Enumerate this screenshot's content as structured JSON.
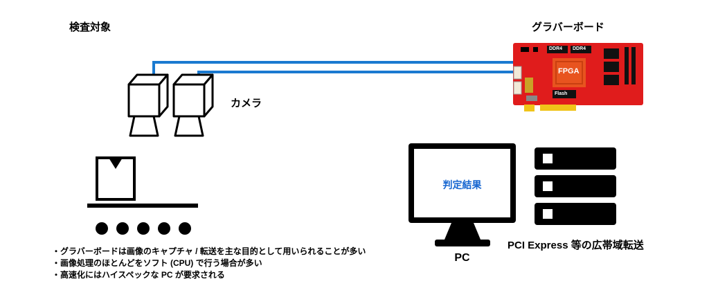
{
  "labels": {
    "inspection_target": "検査対象",
    "grabber_board": "グラバーボード",
    "camera": "カメラ",
    "pc": "PC",
    "judgement_result": "判定結果",
    "pci_express": "PCI Express 等の広帯域転送"
  },
  "board": {
    "fpga": "FPGA",
    "ddr4_left": "DDR4",
    "ddr4_right": "DDR4",
    "flash": "Flash"
  },
  "notes": {
    "0": "・グラバーボードは画像のキャプチャ / 転送を主な目的として用いられることが多い",
    "1": "・画像処理のほとんどをソフト (CPU) で行う場合が多い",
    "2": "・高速化にはハイスペックな PC が要求される"
  },
  "colors": {
    "cable_blue": "#1a7ad0",
    "board_red": "#e01c1c",
    "fpga_orange": "#e8541f",
    "gold": "#f0c419",
    "result_blue": "#1565d0",
    "black": "#000000"
  }
}
